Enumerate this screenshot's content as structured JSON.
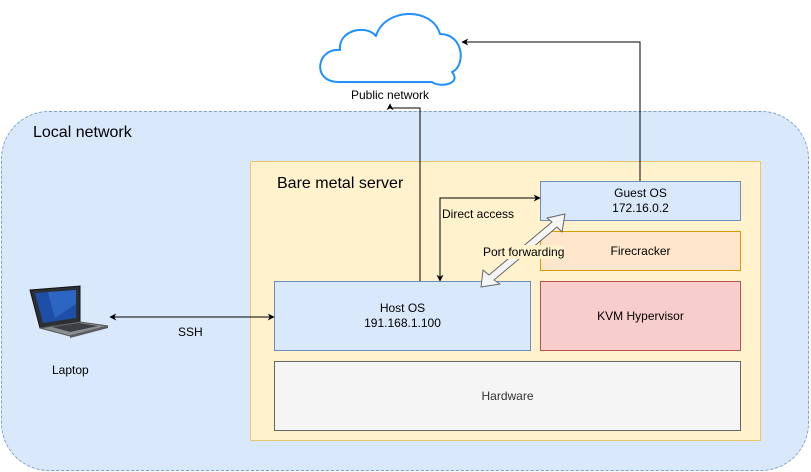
{
  "local_network": {
    "label": "Local network"
  },
  "server": {
    "label": "Bare metal server"
  },
  "public_network": {
    "label": "Public network"
  },
  "laptop": {
    "label": "Laptop"
  },
  "ssh": {
    "label": "SSH"
  },
  "direct_access": {
    "label": "Direct access"
  },
  "port_forwarding": {
    "label": "Port forwarding"
  },
  "host_os": {
    "title": "Host OS",
    "ip": "191.168.1.100"
  },
  "guest_os": {
    "title": "Guest OS",
    "ip": "172.16.0.2"
  },
  "firecracker": {
    "label": "Firecracker"
  },
  "kvm": {
    "label": "KVM Hypervisor"
  },
  "hardware": {
    "label": "Hardware"
  },
  "colors": {
    "region_fill": "#dae8fc",
    "server_fill": "#fff2cc",
    "blue_fill": "#dae8fc",
    "orange_fill": "#ffe6cc",
    "red_fill": "#f8cecc",
    "grey_fill": "#f5f5f5",
    "cloud_stroke": "#1e90ff"
  }
}
